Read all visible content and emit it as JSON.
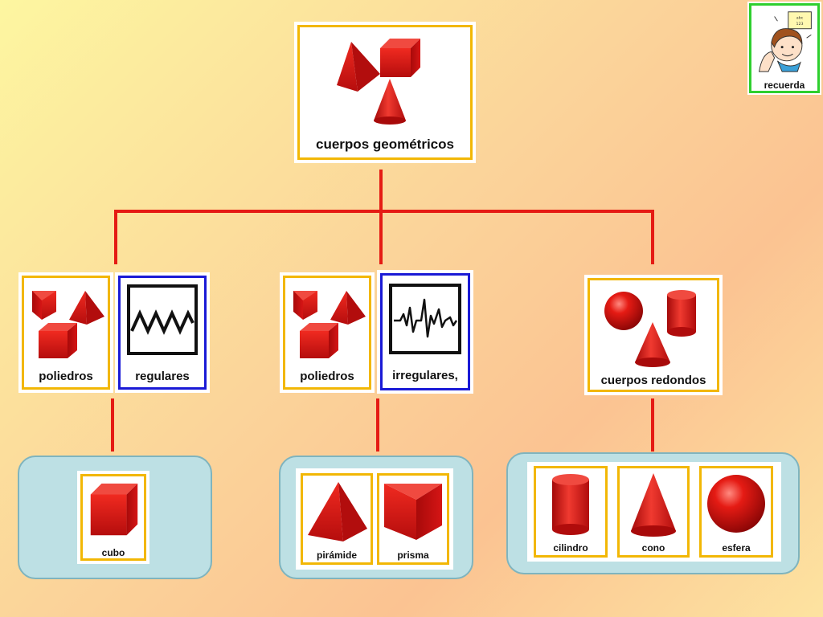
{
  "top": {
    "label": "cuerpos geométricos"
  },
  "corner": {
    "label": "recuerda"
  },
  "mid": {
    "poliedros_regulares": {
      "poliedros": "poliedros",
      "regulares": "regulares"
    },
    "poliedros_irregulares": {
      "poliedros": "poliedros",
      "irregulares": "irregulares,"
    },
    "redondos": {
      "label": "cuerpos redondos"
    }
  },
  "bottom": {
    "cubo": "cubo",
    "piramide": "pirámide",
    "prisma": "prisma",
    "cilindro": "cilindro",
    "cono": "cono",
    "esfera": "esfera"
  },
  "colors": {
    "connector": "#e51b14",
    "shape": "#d81212",
    "frame_yellow": "#f2b705",
    "frame_blue": "#1a1ad6",
    "frame_green": "#2ecf2e",
    "group_bg": "#bde0e4"
  }
}
